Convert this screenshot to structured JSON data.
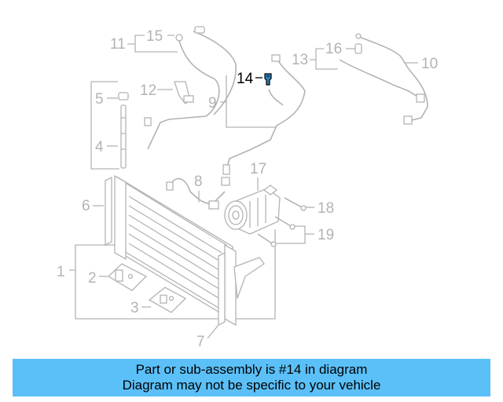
{
  "callouts": {
    "c1": "1",
    "c2": "2",
    "c3": "3",
    "c4": "4",
    "c5": "5",
    "c6": "6",
    "c7": "7",
    "c8": "8",
    "c9": "9",
    "c10": "10",
    "c11": "11",
    "c12": "12",
    "c13": "13",
    "c14": "14",
    "c15": "15",
    "c16": "16",
    "c17": "17",
    "c18": "18",
    "c19": "19"
  },
  "highlighted_part": "14",
  "colors": {
    "line": "#b3b3b3",
    "highlight": "#000000",
    "highlight_part": "#2a7fb8",
    "banner": "#5bc0f8"
  },
  "banner": {
    "line1": "Part or sub-assembly is #14 in diagram",
    "line2": "Diagram may not be specific to your vehicle"
  }
}
